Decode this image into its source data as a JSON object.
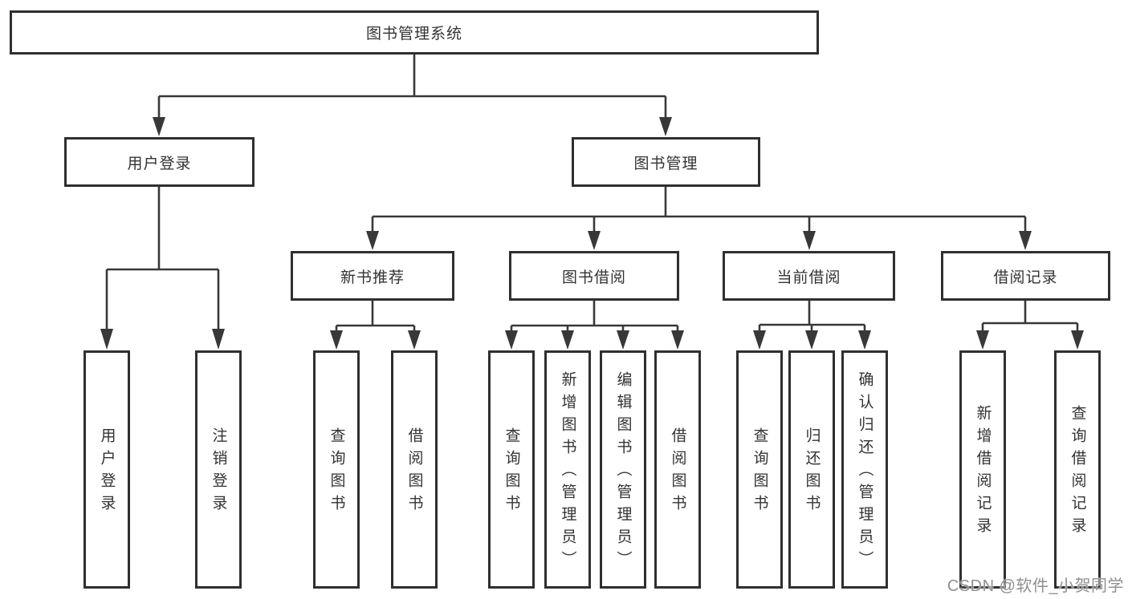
{
  "tree": {
    "root": {
      "label": "图书管理系统"
    },
    "branches": [
      {
        "label": "用户登录",
        "leaves": [
          {
            "label": "用户登录"
          },
          {
            "label": "注销登录"
          }
        ]
      },
      {
        "label": "图书管理",
        "groups": [
          {
            "label": "新书推荐",
            "leaves": [
              {
                "label": "查询图书"
              },
              {
                "label": "借阅图书"
              }
            ]
          },
          {
            "label": "图书借阅",
            "leaves": [
              {
                "label": "查询图书"
              },
              {
                "label": "新增图书（管理员）"
              },
              {
                "label": "编辑图书（管理员）"
              },
              {
                "label": "借阅图书"
              }
            ]
          },
          {
            "label": "当前借阅",
            "leaves": [
              {
                "label": "查询图书"
              },
              {
                "label": "归还图书"
              },
              {
                "label": "确认归还（管理员）"
              }
            ]
          },
          {
            "label": "借阅记录",
            "leaves": [
              {
                "label": "新增借阅记录"
              },
              {
                "label": "查询借阅记录"
              }
            ]
          }
        ]
      }
    ]
  },
  "watermark": {
    "text": "CSDN @软件_小贺同学"
  },
  "colors": {
    "line": "#383838",
    "box_border": "#2f2f2f",
    "text": "#333333",
    "watermark": "#8f8f8f",
    "background": "#ffffff"
  }
}
